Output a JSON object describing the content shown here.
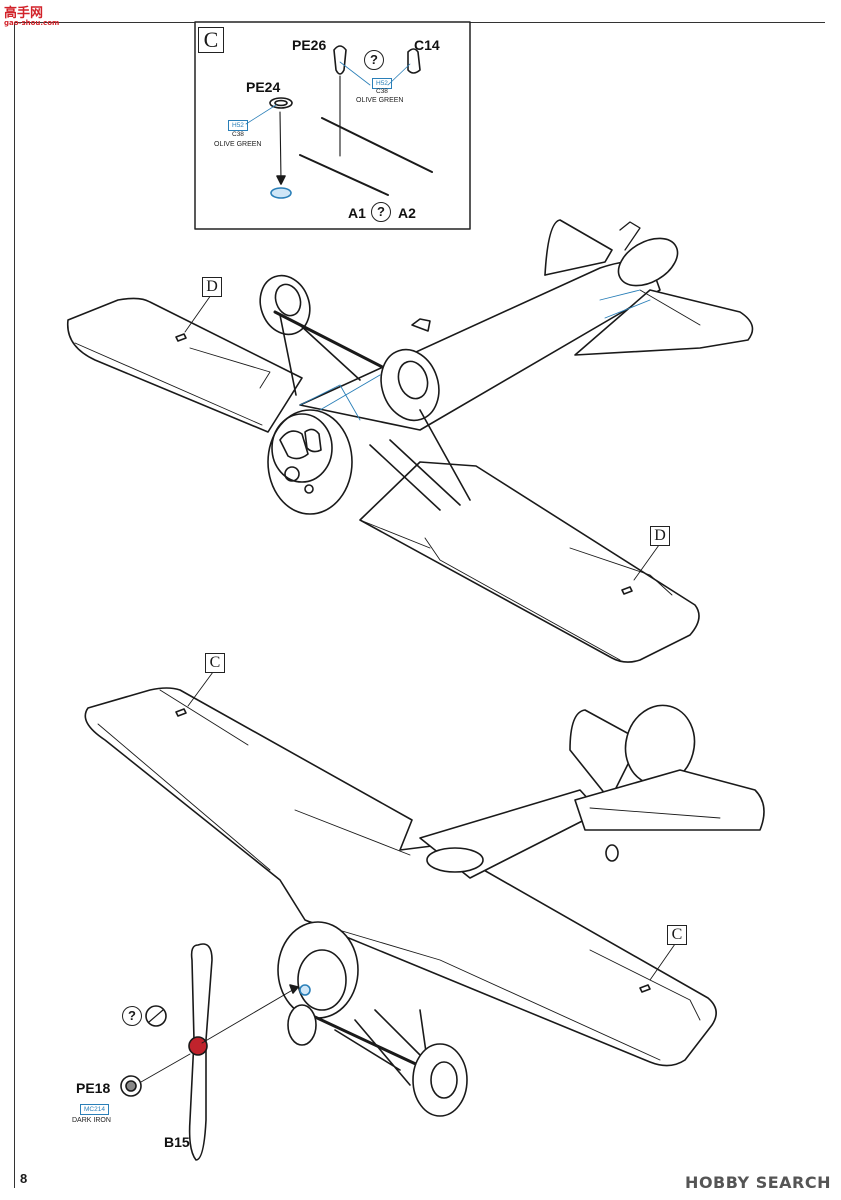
{
  "logo_top_left": {
    "text": "高手网",
    "sub": "gao-shou.com"
  },
  "logo_bottom_right": "HOBBY SEARCH",
  "page_number": "8",
  "inset": {
    "letter": "C",
    "parts": {
      "pe26": "PE26",
      "c14": "C14",
      "pe24": "PE24",
      "a1": "A1",
      "a2": "A2"
    },
    "paint_a": {
      "code_top": "H52",
      "code_bottom": "C38",
      "name": "OLIVE GREEN"
    },
    "paint_b": {
      "code_top": "H52",
      "code_bottom": "C38",
      "name": "OLIVE GREEN"
    },
    "question": "?"
  },
  "upper_view": {
    "callout_left": "D",
    "callout_right": "D"
  },
  "lower_view": {
    "callout_left": "C",
    "callout_right": "C",
    "parts": {
      "pe18": "PE18",
      "b15": "B15"
    },
    "paint": {
      "code": "MC214",
      "name": "DARK IRON"
    },
    "question": "?"
  }
}
